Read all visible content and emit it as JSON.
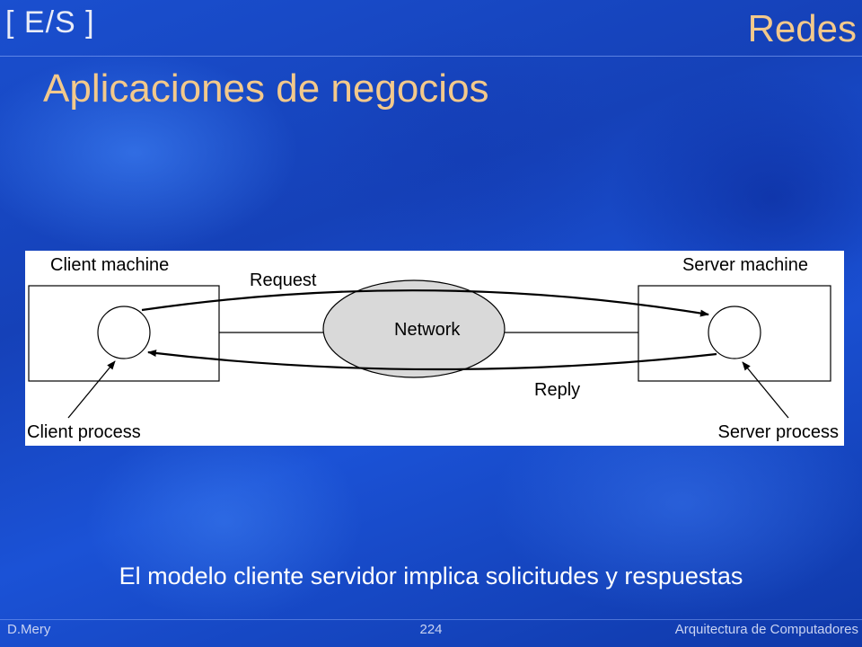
{
  "header": {
    "section_tag": "[ E/S ]",
    "title": "Redes"
  },
  "slide": {
    "subtitle": "Aplicaciones de negocios",
    "caption": "El modelo cliente servidor implica solicitudes y respuestas"
  },
  "diagram": {
    "client_machine": "Client machine",
    "server_machine": "Server machine",
    "network": "Network",
    "request": "Request",
    "reply": "Reply",
    "client_process": "Client process",
    "server_process": "Server process"
  },
  "footer": {
    "author": "D.Mery",
    "page": "224",
    "course": "Arquitectura de Computadores"
  }
}
